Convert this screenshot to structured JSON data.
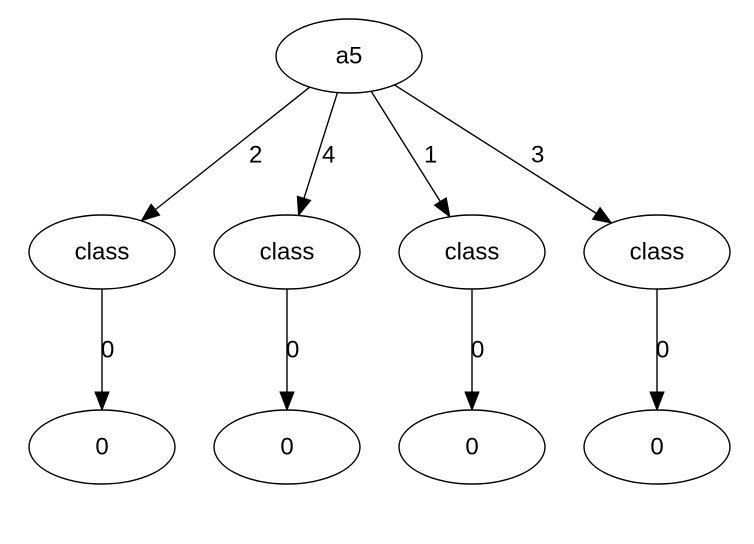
{
  "diagram": {
    "type": "tree",
    "nodes": [
      {
        "id": "root",
        "label": "a5"
      },
      {
        "id": "c1",
        "label": "class"
      },
      {
        "id": "c2",
        "label": "class"
      },
      {
        "id": "c3",
        "label": "class"
      },
      {
        "id": "c4",
        "label": "class"
      },
      {
        "id": "l1",
        "label": "0"
      },
      {
        "id": "l2",
        "label": "0"
      },
      {
        "id": "l3",
        "label": "0"
      },
      {
        "id": "l4",
        "label": "0"
      }
    ],
    "edges": [
      {
        "from": "root",
        "to": "c1",
        "label": "2"
      },
      {
        "from": "root",
        "to": "c2",
        "label": "4"
      },
      {
        "from": "root",
        "to": "c3",
        "label": "1"
      },
      {
        "from": "root",
        "to": "c4",
        "label": "3"
      },
      {
        "from": "c1",
        "to": "l1",
        "label": "0"
      },
      {
        "from": "c2",
        "to": "l2",
        "label": "0"
      },
      {
        "from": "c3",
        "to": "l3",
        "label": "0"
      },
      {
        "from": "c4",
        "to": "l4",
        "label": "0"
      }
    ]
  }
}
